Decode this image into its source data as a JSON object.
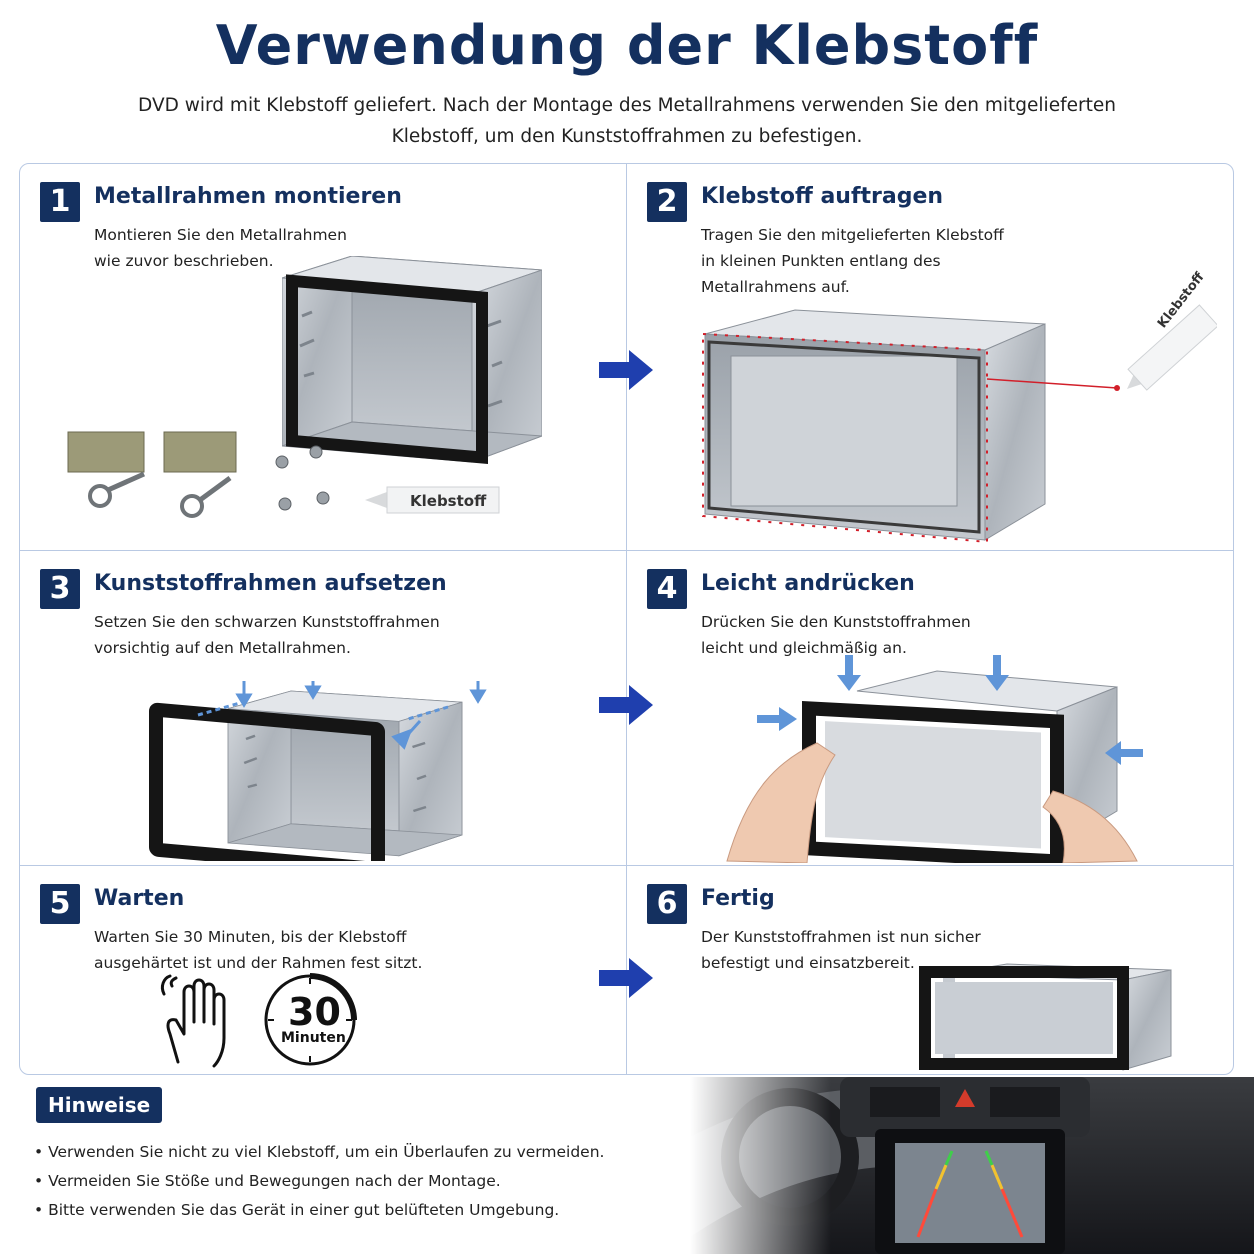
{
  "header": {
    "title": "Verwendung der Klebstoff",
    "subtitle": "DVD wird mit Klebstoff geliefert. Nach der Montage des Metallrahmens verwenden Sie den mitgelieferten Klebstoff, um den Kunststoffrahmen zu befestigen."
  },
  "steps": [
    {
      "number": "1",
      "title": "Metallrahmen montieren",
      "desc": "Montieren Sie den Metallrahmen\nwie zuvor beschrieben.",
      "tube_label": "Klebstoff"
    },
    {
      "number": "2",
      "title": "Klebstoff auftragen",
      "desc": "Tragen Sie den mitgelieferten Klebstoff\nin kleinen Punkten entlang des\nMetallrahmens auf.",
      "tube_label": "Klebstoff"
    },
    {
      "number": "3",
      "title": "Kunststoffrahmen aufsetzen",
      "desc": "Setzen Sie den schwarzen Kunststoffrahmen\nvorsichtig auf den Metallrahmen."
    },
    {
      "number": "4",
      "title": "Leicht andrücken",
      "desc": "Drücken Sie den Kunststoffrahmen\nleicht und gleichmäßig an."
    },
    {
      "number": "5",
      "title": "Warten",
      "desc": "Warten Sie 30 Minuten, bis der Klebstoff\nausgehärtet ist und der Rahmen fest sitzt.",
      "timer_value": "30",
      "timer_unit": "Minuten"
    },
    {
      "number": "6",
      "title": "Fertig",
      "desc": "Der Kunststoffrahmen ist nun sicher\nbefestigt und einsatzbereit."
    }
  ],
  "notes": {
    "heading": "Hinweise",
    "items": [
      "Verwenden Sie nicht zu viel Klebstoff, um ein Überlaufen zu vermeiden.",
      "Vermeiden Sie Stöße und Bewegungen nach der Montage.",
      "Bitte verwenden Sie das Gerät in einer gut belüfteten Umgebung."
    ]
  },
  "colors": {
    "primary": "#14305f",
    "arrow": "#1f3fae",
    "border": "#b9c9e3",
    "glue_dots": "#d21f2a"
  },
  "icons": [
    "arrow-right-icon",
    "hand-wait-icon",
    "timer-icon"
  ]
}
